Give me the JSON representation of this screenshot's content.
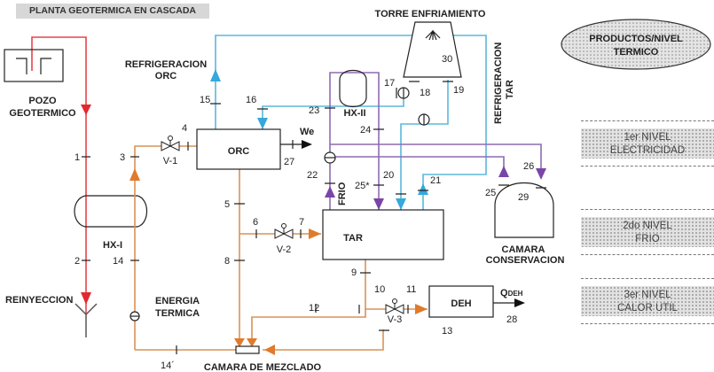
{
  "title": "PLANTA GEOTERMICA EN CASCADA",
  "components": {
    "pozo": [
      "POZO",
      "GEOTERMICO"
    ],
    "reinyeccion": "REINYECCION",
    "hx1": "HX-I",
    "hx2": "HX-II",
    "orc": "ORC",
    "tar": "TAR",
    "deh": "DEH",
    "torre": "TORRE ENFRIAMIENTO",
    "camara_conservacion": [
      "CAMARA",
      "CONSERVACION"
    ],
    "camara_mezclado": "CAMARA DE MEZCLADO",
    "energia_termica": [
      "ENERGIA",
      "TERMICA"
    ],
    "refrigeracion_orc": [
      "REFRIGERACION",
      "ORC"
    ],
    "refrigeracion_tar": [
      "REFRIGERACION",
      "TAR"
    ],
    "frio": "FRIO",
    "we": "We",
    "qdeh_main": "Q",
    "qdeh_sub": "DEH"
  },
  "valves": {
    "v1": "V-1",
    "v2": "V-2",
    "v3": "V-3"
  },
  "states": {
    "s1": "1",
    "s2": "2",
    "s3": "3",
    "s4": "4",
    "s5": "5",
    "s6": "6",
    "s7": "7",
    "s8": "8",
    "s9": "9",
    "s10": "10",
    "s11": "11",
    "s12": "12",
    "s13": "13",
    "s14": "14",
    "s14b": "14´",
    "s15": "15",
    "s16": "16",
    "s17": "17",
    "s18": "18",
    "s19": "19",
    "s20": "20",
    "s21": "21",
    "s22": "22",
    "s23": "23",
    "s24": "24",
    "s25": "25",
    "s25b": "25*",
    "s26": "26",
    "s27": "27",
    "s28": "28",
    "s29": "29",
    "s30": "30"
  },
  "legend": {
    "header": [
      "PRODUCTOS/NIVEL",
      "TERMICO"
    ],
    "levels": [
      {
        "line1": "1er NIVEL",
        "line2": "ELECTRICIDAD"
      },
      {
        "line1": "2do NIVEL",
        "line2": "FRIO"
      },
      {
        "line1": "3er NIVEL",
        "line2": "CALOR UTIL"
      }
    ]
  },
  "colors": {
    "geothermal": "#e8434a",
    "hot_water": "#d99356",
    "cooling": "#5ab8dc",
    "cold": "#8d6cb0",
    "arrow_orange": "#e07a2c",
    "arrow_purple": "#7a45a8",
    "arrow_blue": "#35a8dc"
  }
}
